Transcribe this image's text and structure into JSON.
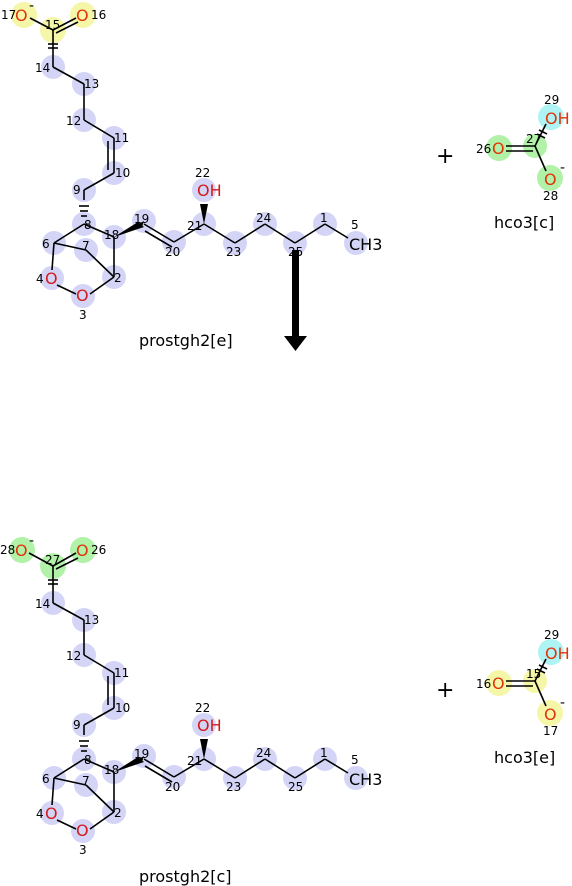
{
  "reaction": {
    "top_left_label": "prostgh2[e]",
    "top_right_label": "hco3[c]",
    "bottom_left_label": "prostgh2[c]",
    "bottom_right_label": "hco3[e]",
    "plus_sign": "+",
    "colors": {
      "oxygen": "#d21c1c",
      "highlight_carbon": "#c9c9f5",
      "highlight_carboxyl": "#f5f59e",
      "highlight_green": "#a9ef9e",
      "highlight_cyan": "#a5f3f3"
    }
  },
  "top_prost": {
    "atom_numbers": [
      "17",
      "15",
      "16",
      "14",
      "13",
      "12",
      "11",
      "10",
      "9",
      "8",
      "7",
      "6",
      "4",
      "3",
      "2",
      "18",
      "19",
      "20",
      "21",
      "22",
      "23",
      "24",
      "25",
      "1",
      "5"
    ],
    "oh_label": "OH",
    "ch3_label": "CH3",
    "o_label": "O"
  },
  "top_hco3": {
    "atom_numbers": [
      "29",
      "26",
      "27",
      "28"
    ],
    "oh_label": "OH",
    "o_label": "O"
  },
  "bottom_prost": {
    "atom_numbers": [
      "28",
      "27",
      "26",
      "14",
      "13",
      "12",
      "11",
      "10",
      "9",
      "8",
      "7",
      "6",
      "4",
      "3",
      "2",
      "18",
      "19",
      "20",
      "21",
      "22",
      "23",
      "24",
      "25",
      "1",
      "5"
    ],
    "oh_label": "OH",
    "ch3_label": "CH3",
    "o_label": "O"
  },
  "bottom_hco3": {
    "atom_numbers": [
      "29",
      "16",
      "15",
      "17"
    ],
    "oh_label": "OH",
    "o_label": "O"
  },
  "charge_symbol": "-"
}
